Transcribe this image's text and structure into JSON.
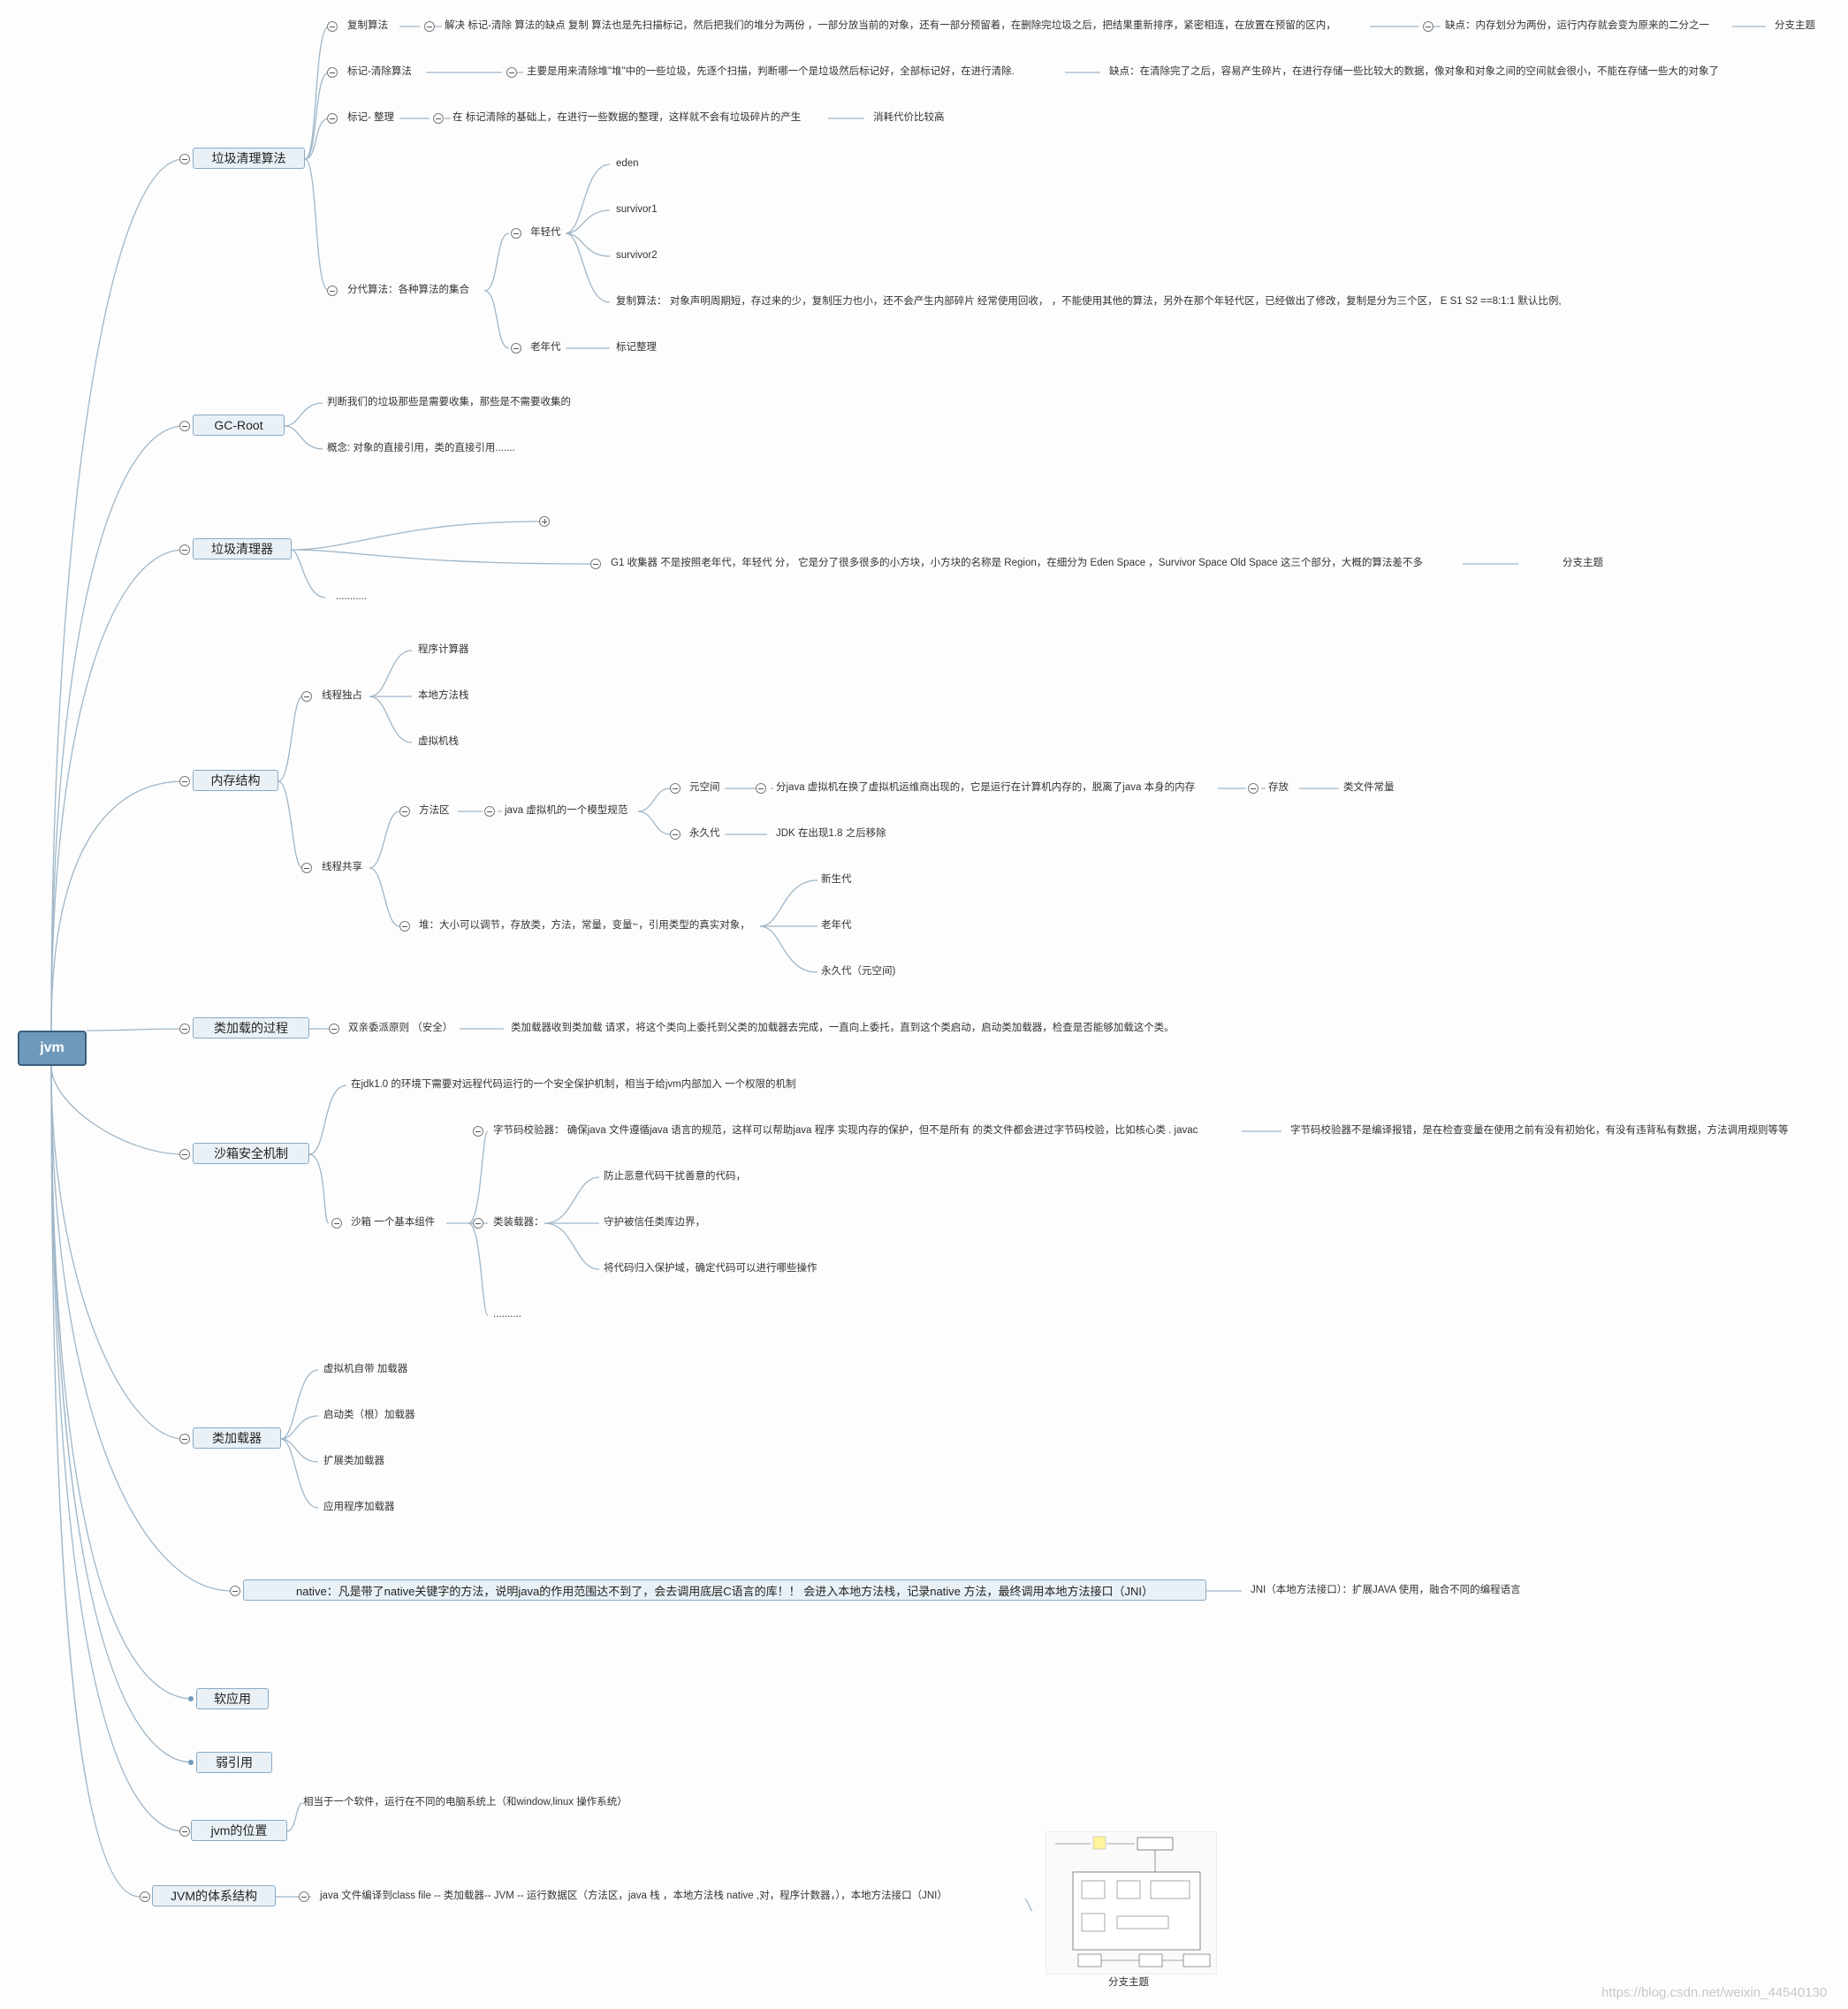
{
  "root": "jvm",
  "gc_algorithms": {
    "label": "垃圾清理算法",
    "copy": {
      "label": "复制算法",
      "desc": "解决 标记-清除 算法的缺点 复制 算法也是先扫描标记，然后把我们的堆分为两份 ，一部分放当前的对象，还有一部分预留着，在删除完垃圾之后，把结果重新排序，紧密相连，在放置在预留的区内，",
      "drawback": "缺点：内存划分为两份，运行内存就会变为原来的二分之一",
      "topic": "分支主题"
    },
    "mark_sweep": {
      "label": "标记-清除算法",
      "desc": "主要是用来清除堆\"堆\"中的一些垃圾，先逐个扫描，判断哪一个是垃圾然后标记好，全部标记好，在进行清除.",
      "drawback": "缺点：在清除完了之后，容易产生碎片，在进行存储一些比较大的数据，像对象和对象之间的空间就会很小，不能在存储一些大的对象了"
    },
    "mark_compact": {
      "label": "标记- 整理",
      "desc": "在 标记清除的基础上，在进行一些数据的整理，这样就不会有垃圾碎片的产生",
      "cost": "消耗代价比较高"
    },
    "generational": {
      "label": "分代算法：各种算法的集合",
      "young": {
        "label": "年轻代",
        "items": [
          "eden",
          "survivor1",
          "survivor2",
          "复制算法： 对象声明周期短，存过来的少，复制压力也小，还不会产生内部碎片 经常使用回收， ，不能使用其他的算法，另外在那个年轻代区，已经做出了修改，复制是分为三个区， E S1 S2 ==8:1:1 默认比例,"
        ]
      },
      "old": {
        "label": "老年代",
        "algo": "标记整理"
      }
    }
  },
  "gc_root": {
    "label": "GC-Root",
    "items": [
      "判断我们的垃圾那些是需要收集，那些是不需要收集的",
      "概念: 对象的直接引用，类的直接引用......."
    ]
  },
  "collectors": {
    "label": "垃圾清理器",
    "g1": "G1 收集器 不是按照老年代，年轻代 分， 它是分了很多很多的小方块，小方块的名称是 Region，在细分为 Eden Space ，Survivor Space Old Space 这三个部分，大概的算法差不多",
    "g1_topic": "分支主题",
    "more": "..........."
  },
  "memory": {
    "label": "内存结构",
    "private": {
      "label": "线程独占",
      "items": [
        "程序计算器",
        "本地方法栈",
        "虚拟机栈"
      ]
    },
    "shared": {
      "label": "线程共享",
      "method_area": "方法区",
      "spec": "java 虚拟机的一个模型规范",
      "metaspace": "元空间",
      "metaspace_desc": "分java 虚拟机在换了虚拟机运维商出现的，它是运行在计算机内存的，脱离了java 本身的内存",
      "store": "存放",
      "constants": "类文件常量",
      "permgen": "永久代",
      "permgen_desc": "JDK 在出现1.8 之后移除",
      "heap": "堆：大小可以调节，存放类，方法，常量，变量~，引用类型的真实对象，",
      "heap_items": [
        "新生代",
        "老年代",
        "永久代（元空间)"
      ]
    }
  },
  "class_loading": {
    "label": "类加载的过程",
    "parent_delegation": "双亲委派原则 （安全）",
    "desc": "类加载器收到类加载 请求，将这个类向上委托到父类的加载器去完成，一直向上委托，直到这个类启动，启动类加载器，检查是否能够加载这个类。"
  },
  "sandbox": {
    "label": "沙箱安全机制",
    "intro": "在jdk1.0 的环境下需要对远程代码运行的一个安全保护机制，相当于给jvm内部加入 一个权限的机制",
    "basic": "沙箱 一个基本组件",
    "bytecode": "字节码校验器： 确保java 文件遵循java 语言的规范，这样可以帮助java 程序 实现内存的保护，但不是所有 的类文件都会进过字节码校验，比如核心类 . javac",
    "bytecode_note": "字节码校验器不是编译报错，是在检查变量在使用之前有没有初始化，有没有违背私有数据，方法调用规则等等",
    "loader": "类装载器：",
    "loader_items": [
      "防止恶意代码干扰善意的代码，",
      "守护被信任类库边界，",
      "将代码归入保护域，确定代码可以进行哪些操作"
    ],
    "more": ".........."
  },
  "class_loaders": {
    "label": "类加载器",
    "items": [
      "虚拟机自带 加载器",
      "启动类（根）加载器",
      "扩展类加载器",
      "应用程序加载器"
    ]
  },
  "native": {
    "label": "native：凡是带了native关键字的方法，说明java的作用范围达不到了，会去调用底层C语言的库！！ 会进入本地方法栈，记录native 方法，最终调用本地方法接口（JNI）",
    "jni": "JNI（本地方法接口）：扩展JAVA 使用，融合不同的编程语言"
  },
  "soft_ref": "软应用",
  "weak_ref": "弱引用",
  "jvm_location": {
    "label": "jvm的位置",
    "desc": "相当于一个软件，运行在不同的电脑系统上（和window,linux 操作系统）"
  },
  "architecture": {
    "label": "JVM的体系结构",
    "desc": "java 文件编译到class file -- 类加载器-- JVM -- 运行数据区（方法区，java 栈 ，本地方法栈 native ,对，程序计数器，），本地方法接口（JNI）",
    "image_caption": "分支主题"
  },
  "watermark": "https://blog.csdn.net/weixin_44540130",
  "colors": {
    "line": "#9fb6c8",
    "root": "#6f99bb",
    "level1_fill": "#e9f1f7",
    "level1_border": "#8aa9c3"
  }
}
